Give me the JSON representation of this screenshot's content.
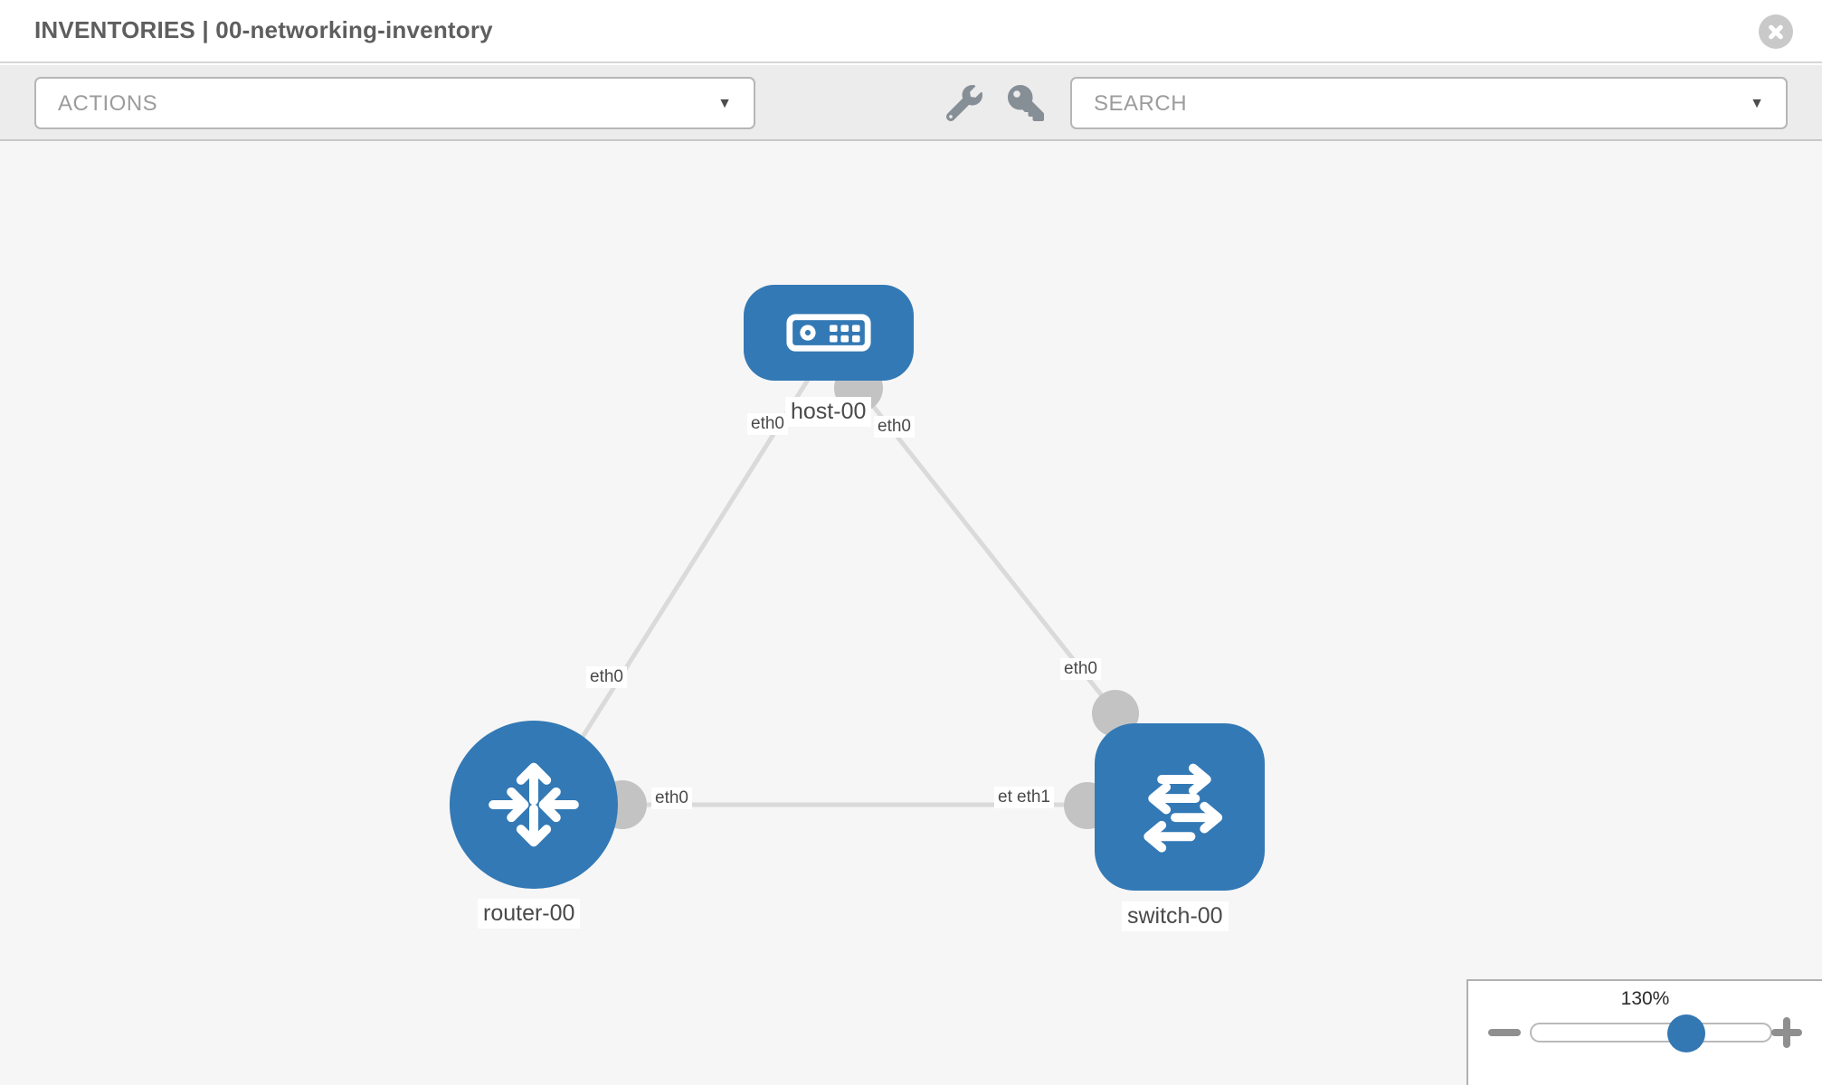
{
  "header": {
    "title": "INVENTORIES | 00-networking-inventory",
    "close_icon": "times-circle"
  },
  "toolbar": {
    "actions_label": "ACTIONS",
    "actions_caret": "▼",
    "search_placeholder": "SEARCH",
    "search_caret": "▼",
    "icons": {
      "wrench": "wrench-icon",
      "key": "key-icon"
    }
  },
  "topology": {
    "nodes": [
      {
        "name": "host-00",
        "type": "host",
        "icon": "host-icon"
      },
      {
        "name": "router-00",
        "type": "router",
        "icon": "router-icon"
      },
      {
        "name": "switch-00",
        "type": "switch",
        "icon": "switch-icon"
      }
    ],
    "links": [
      {
        "source": "host-00",
        "source_interface": "eth0",
        "target": "router-00",
        "target_interface": "eth0"
      },
      {
        "source": "host-00",
        "source_interface": "eth0",
        "target": "switch-00",
        "target_interface": "eth0"
      },
      {
        "source": "router-00",
        "source_interface": "eth0",
        "target": "switch-00",
        "target_interface": "eth1"
      }
    ],
    "interface_labels": [
      {
        "text": "eth0",
        "at": "host-left"
      },
      {
        "text": "eth0",
        "at": "host-right"
      },
      {
        "text": "eth0",
        "at": "router-top"
      },
      {
        "text": "eth0",
        "at": "router-right"
      },
      {
        "text": "eth0",
        "at": "switch-top"
      },
      {
        "text": "eth0",
        "at": "switch-left-back"
      },
      {
        "text": "eth1",
        "at": "switch-left-front"
      }
    ]
  },
  "zoom_control": {
    "level": "130%",
    "minus": "minus-icon",
    "plus": "plus-icon"
  },
  "colors": {
    "node_blue": "#3379b5",
    "link_gray": "#dadada",
    "port_gray": "#c3c3c3",
    "canvas_bg": "#f6f6f6",
    "toolbar_bg": "#ececec",
    "icon_gray": "#868e96",
    "slider_handle_blue": "#3377b3"
  }
}
